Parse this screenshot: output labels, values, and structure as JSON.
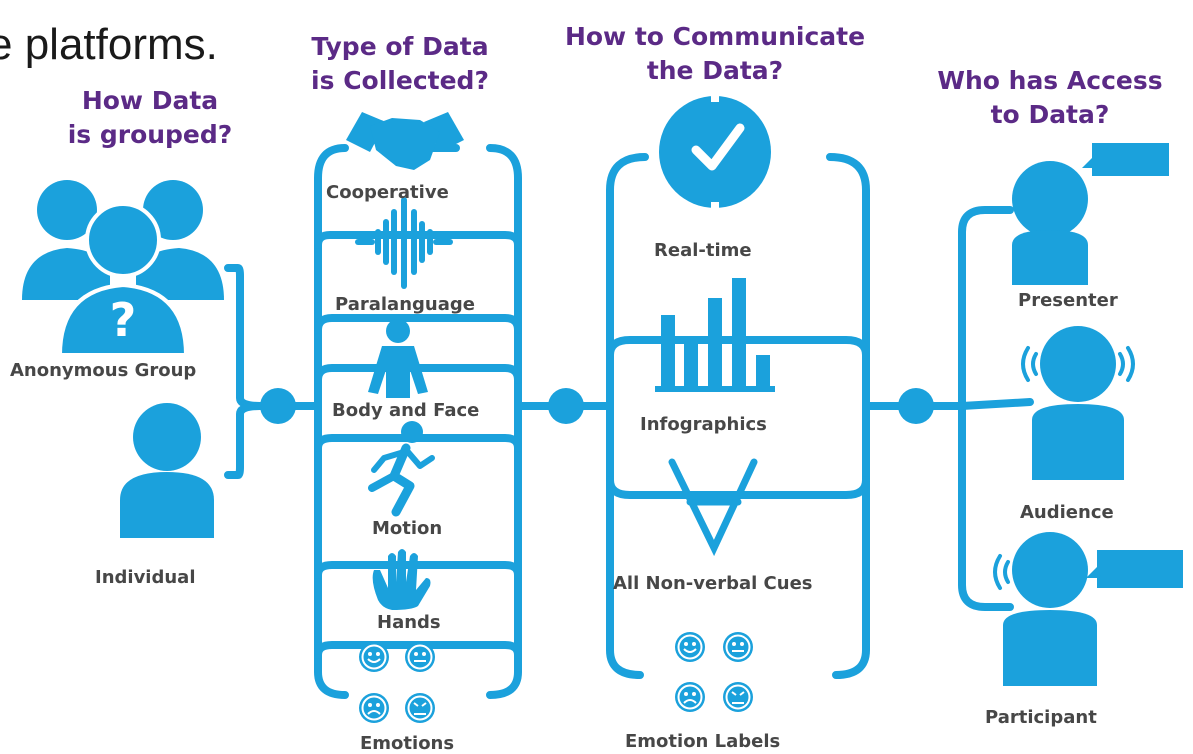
{
  "top_text": "e platforms.",
  "columns": {
    "grouping": {
      "title_l1": "How Data",
      "title_l2": "is grouped?",
      "items": [
        "Anonymous Group",
        "Individual"
      ]
    },
    "data_type": {
      "title_l1": "Type of Data",
      "title_l2": "is Collected?",
      "items": [
        "Cooperative",
        "Paralanguage",
        "Body and Face",
        "Motion",
        "Hands",
        "Emotions"
      ]
    },
    "communicate": {
      "title_l1": "How to Communicate",
      "title_l2": "the Data?",
      "items": [
        "Real-time",
        "Infographics",
        "All Non-verbal Cues",
        "Emotion Labels"
      ]
    },
    "access": {
      "title_l1": "Who has Access",
      "title_l2": "to Data?",
      "items": [
        "Presenter",
        "Audience",
        "Participant"
      ]
    }
  },
  "colors": {
    "icon": "#1ba1dc",
    "heading": "#5b2a86",
    "label": "#474747"
  },
  "icons": [
    "group-icon",
    "question-mark-icon",
    "person-icon",
    "handshake-icon",
    "sound-wave-icon",
    "body-icon",
    "running-icon",
    "hand-icon",
    "emoji-face-icon",
    "clock-icon",
    "bar-chart-icon",
    "for-all-symbol-icon",
    "speech-bubble-icon",
    "sound-waves-icon"
  ]
}
